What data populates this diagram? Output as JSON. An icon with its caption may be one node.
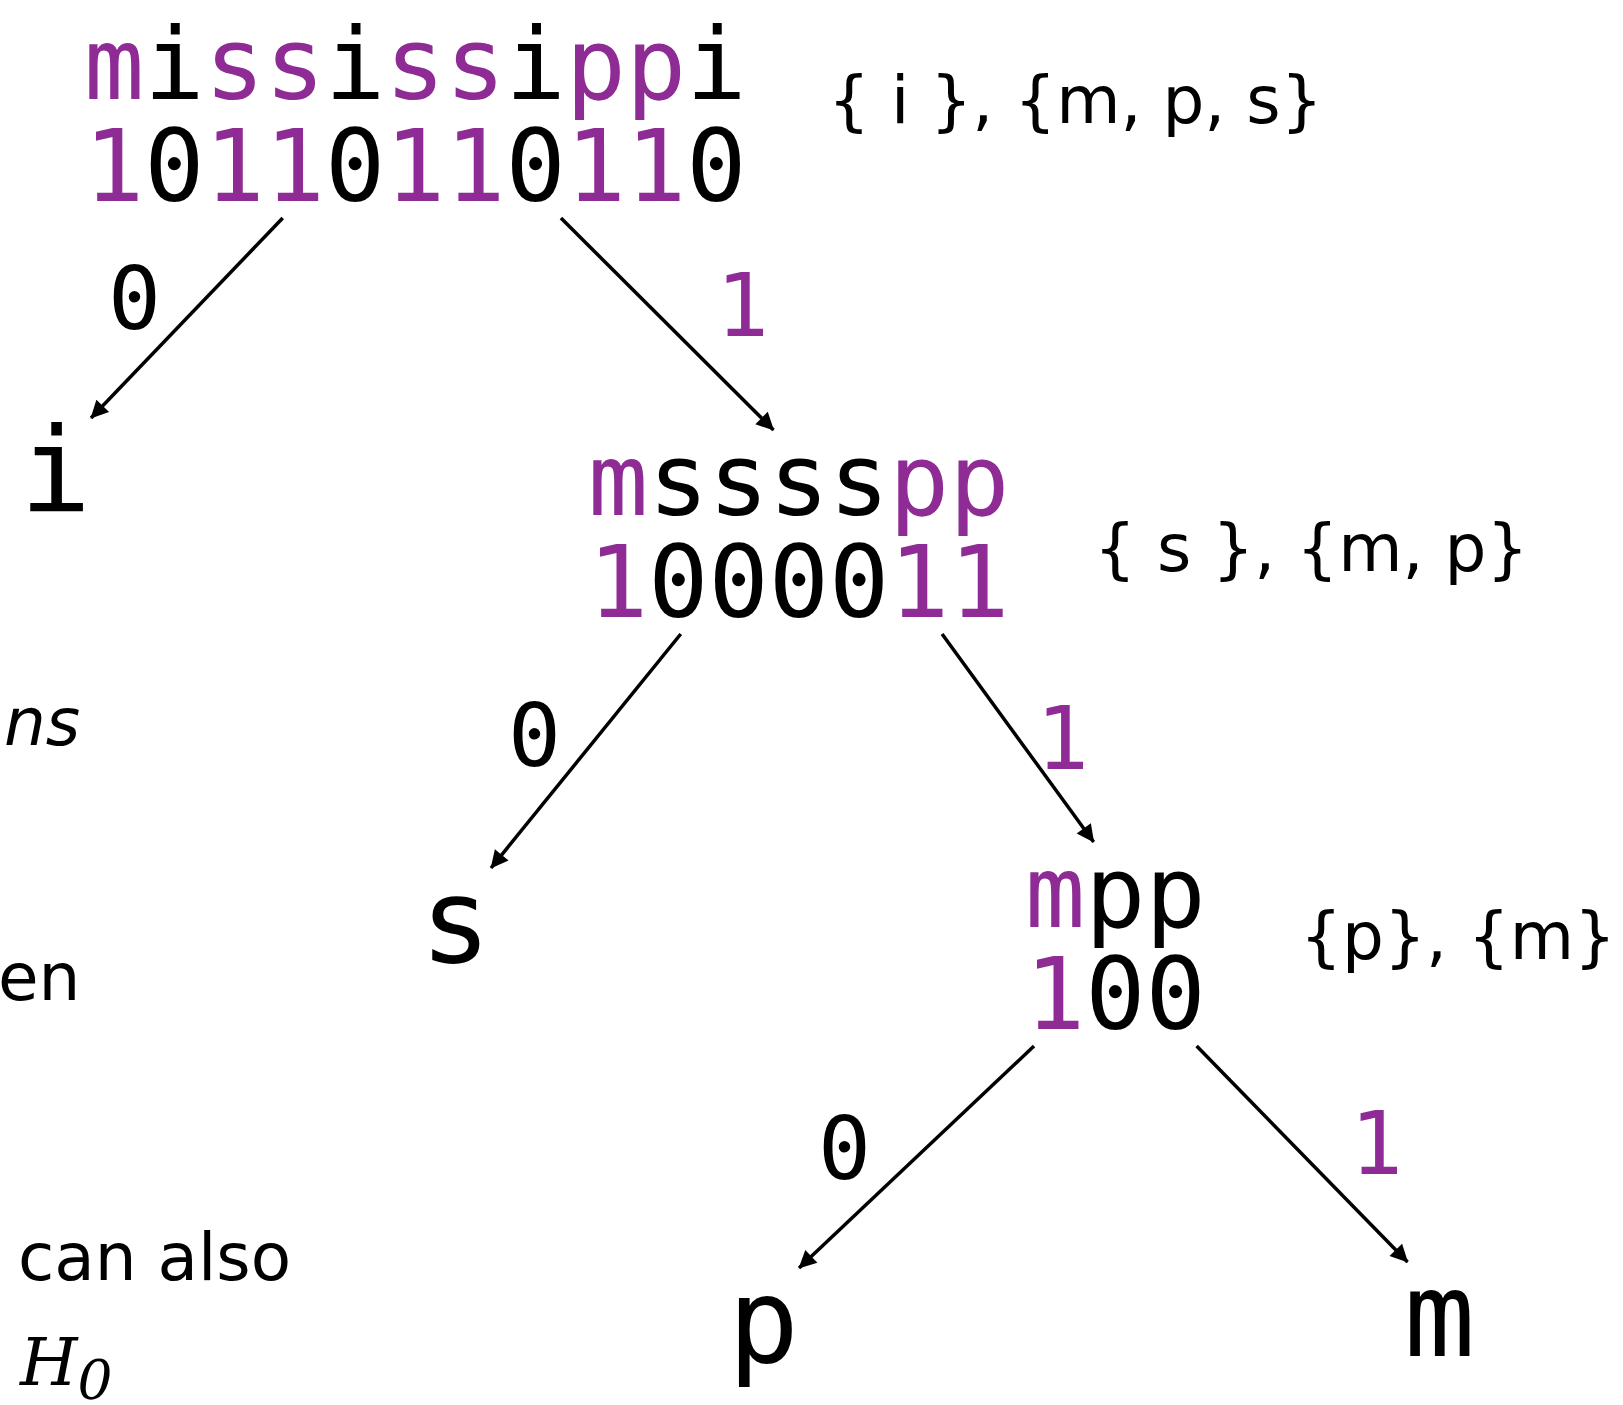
{
  "diagram": {
    "nodes": [
      {
        "text": [
          "mississippi",
          "10110110110"
        ],
        "beside": [
          "{ i }, {m, p, s}"
        ]
      },
      {
        "text": [
          "i"
        ]
      },
      {
        "text": [
          "msssspp",
          "1000011"
        ],
        "beside": [
          "{ s }, {m, p}"
        ]
      },
      {
        "text": [
          "s"
        ]
      },
      {
        "text": [
          "mpp",
          "100"
        ],
        "beside": [
          "{p}, {m}"
        ]
      },
      {
        "text": [
          "p"
        ]
      },
      {
        "text": [
          "m"
        ]
      }
    ],
    "edges": [
      {
        "from": 0,
        "to": 1,
        "arrow": "to",
        "label": "0"
      },
      {
        "from": 0,
        "to": 2,
        "arrow": "to",
        "label": "1"
      },
      {
        "from": 2,
        "to": 3,
        "arrow": "to",
        "label": "0"
      },
      {
        "from": 2,
        "to": 4,
        "arrow": "to",
        "label": "1"
      },
      {
        "from": 4,
        "to": 5,
        "arrow": "to",
        "label": "0"
      },
      {
        "from": 4,
        "to": 6,
        "arrow": "to",
        "label": "1"
      }
    ],
    "labels": [
      "*ns*",
      "en",
      "can also",
      "*H*$_{0}$"
    ]
  }
}
